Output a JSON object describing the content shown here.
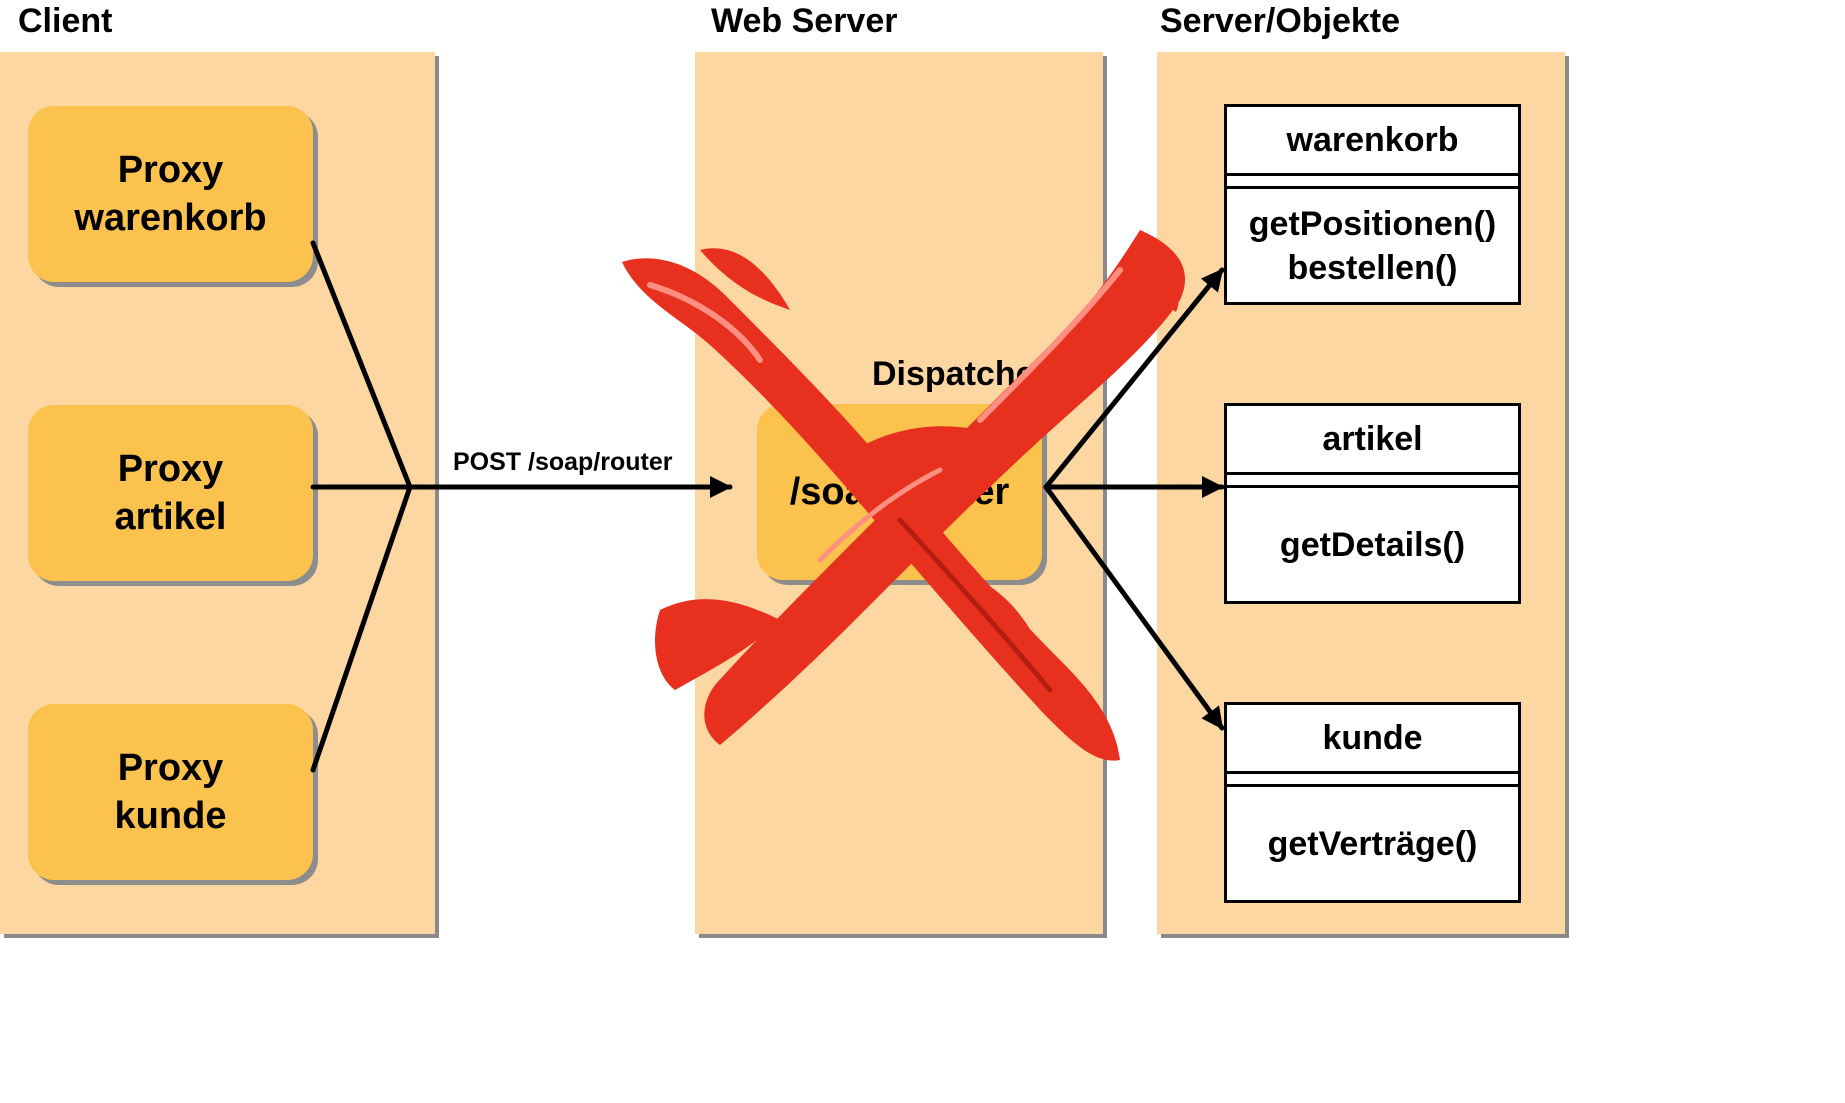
{
  "columns": {
    "client": "Client",
    "web_server": "Web Server",
    "server_objects": "Server/Objekte"
  },
  "proxies": [
    {
      "line1": "Proxy",
      "line2": "warenkorb"
    },
    {
      "line1": "Proxy",
      "line2": "artikel"
    },
    {
      "line1": "Proxy",
      "line2": "kunde"
    }
  ],
  "request_label": "POST /soap/router",
  "dispatcher": {
    "label": "Dispatcher",
    "path": "/soap/router"
  },
  "classes": [
    {
      "name": "warenkorb",
      "ops": [
        "getPositionen()",
        "bestellen()"
      ]
    },
    {
      "name": "artikel",
      "ops": [
        "getDetails()"
      ]
    },
    {
      "name": "kunde",
      "ops": [
        "getVerträge()"
      ]
    }
  ],
  "overlay": {
    "symbol": "crossed-out-x",
    "color": "#e8301f"
  }
}
